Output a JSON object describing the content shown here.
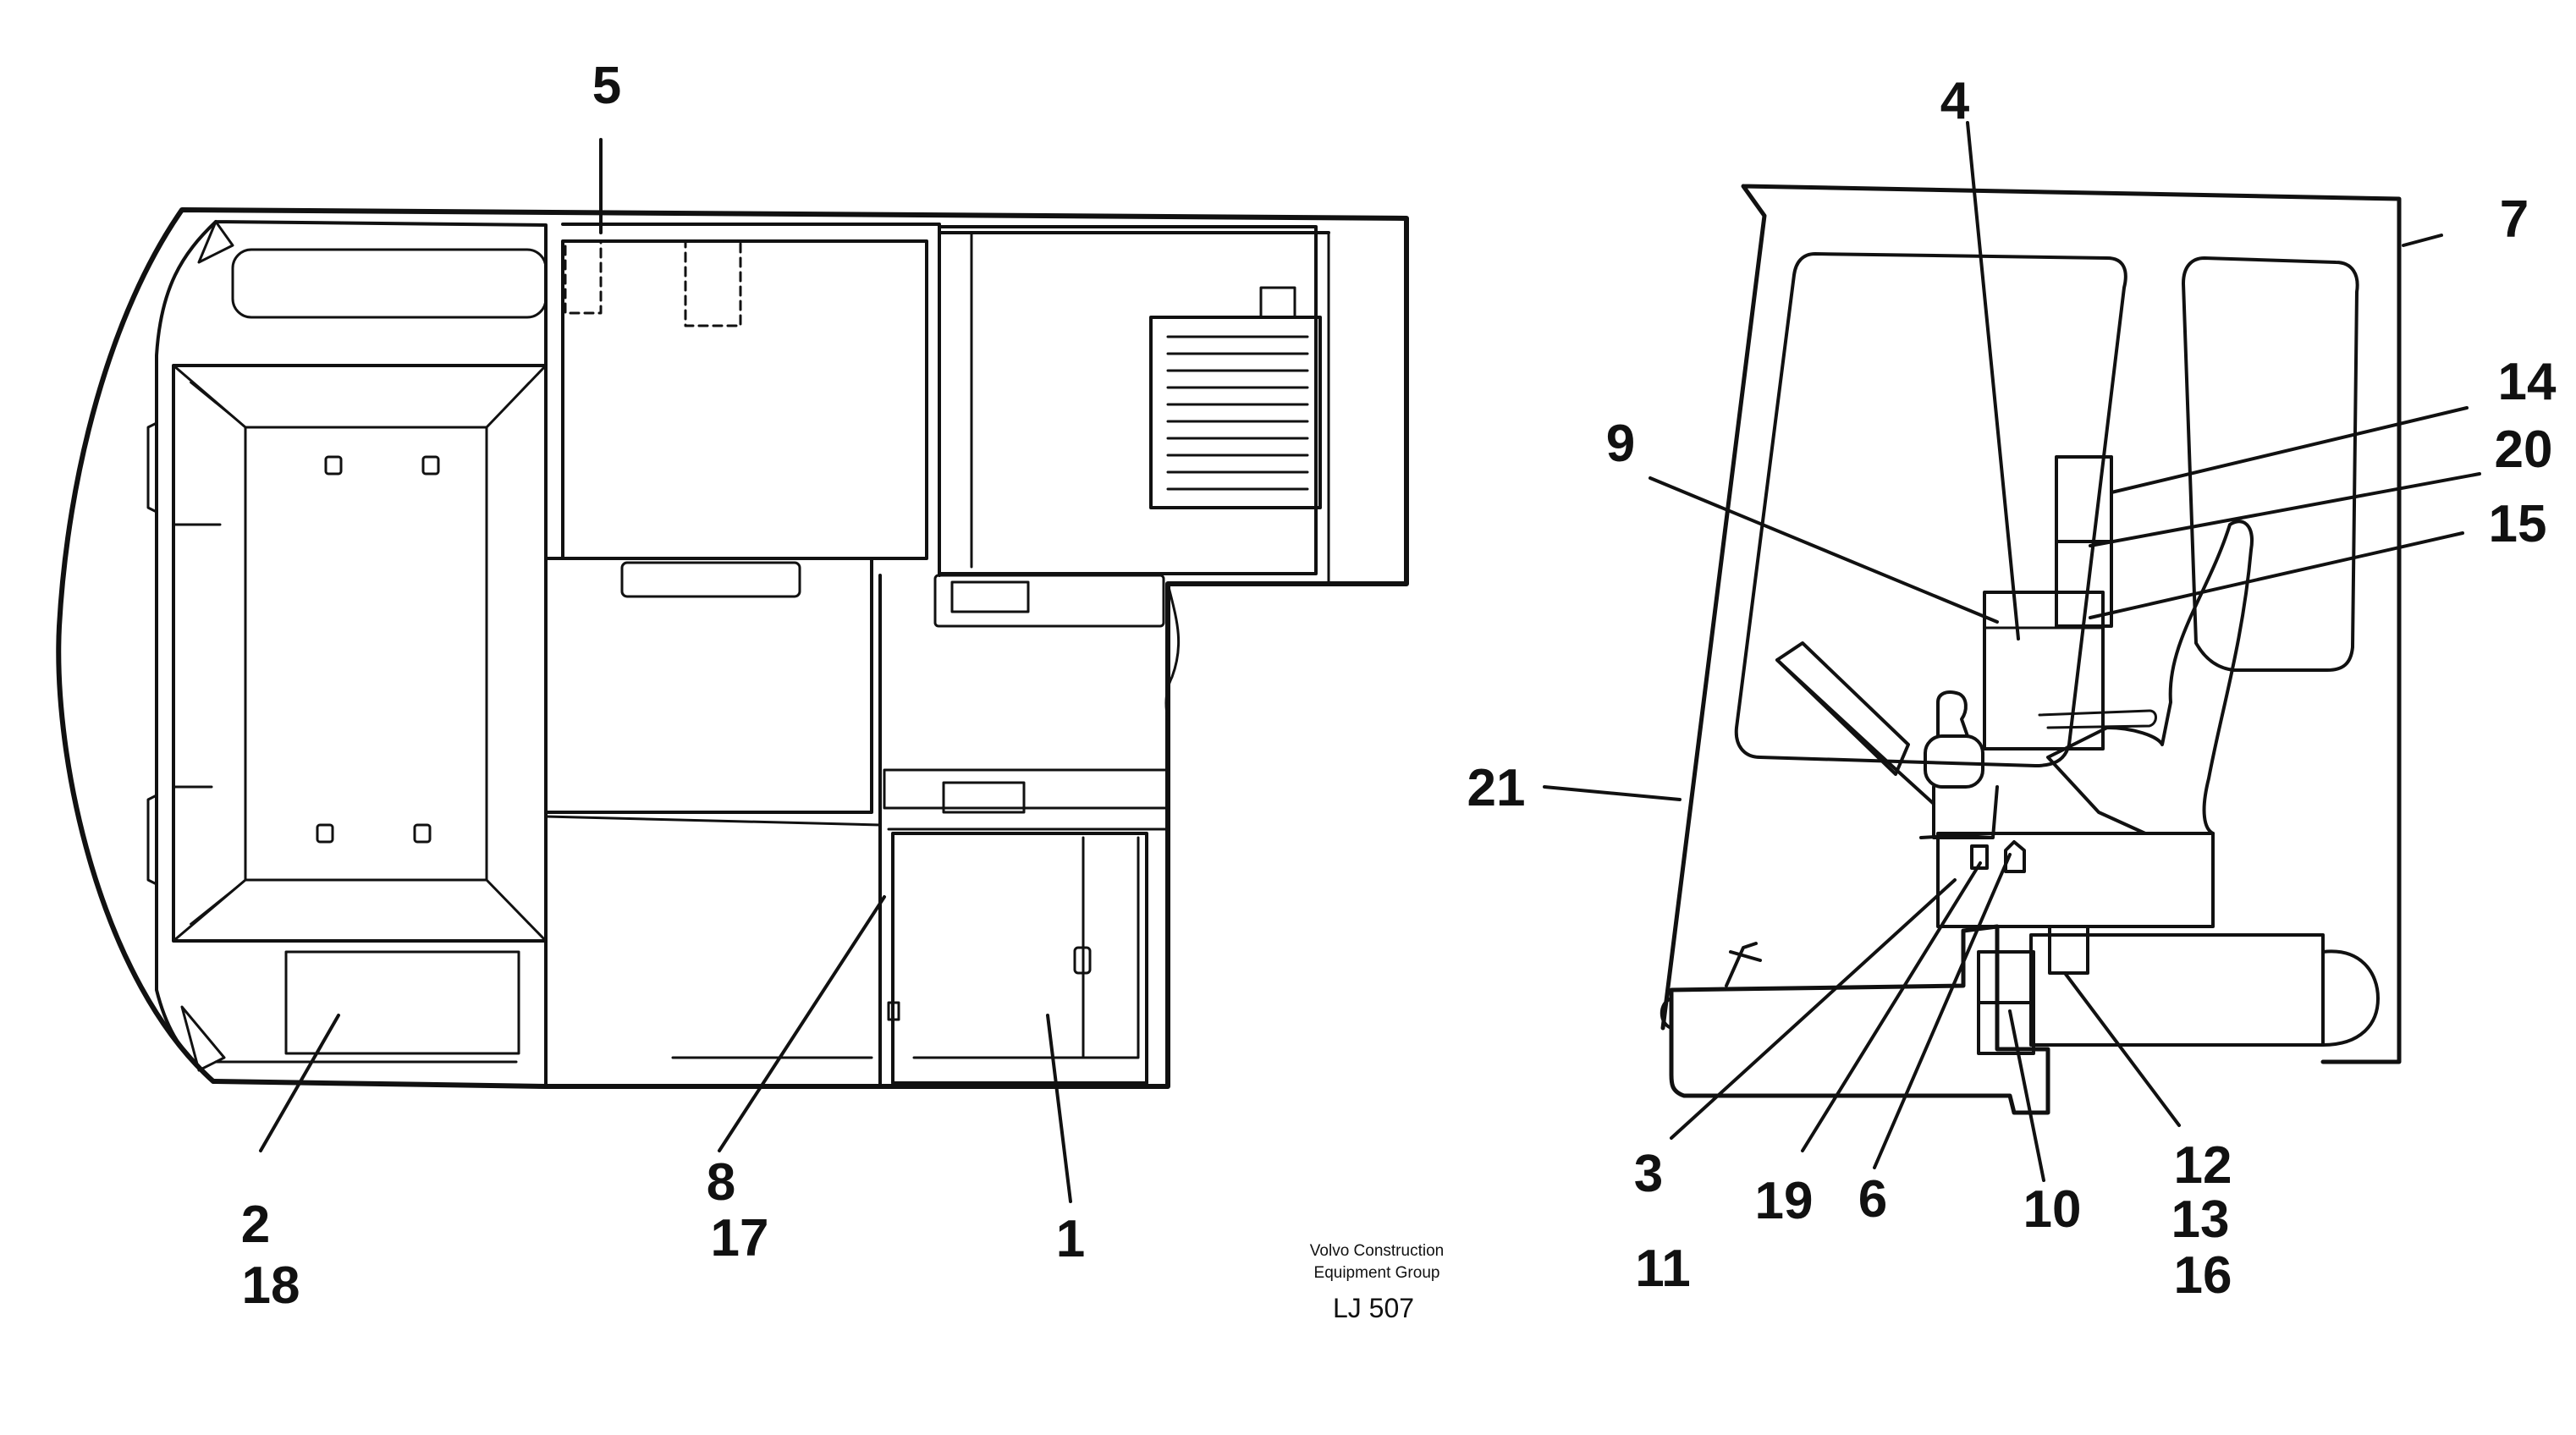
{
  "credit": {
    "line1": "Volvo Construction",
    "line2": "Equipment Group",
    "code": "LJ 507"
  },
  "callouts": {
    "c1": "1",
    "c2": "2",
    "c18": "18",
    "c5": "5",
    "c8": "8",
    "c17": "17",
    "c4": "4",
    "c7": "7",
    "c14": "14",
    "c20": "20",
    "c15": "15",
    "c9": "9",
    "c21": "21",
    "c3": "3",
    "c11": "11",
    "c19": "19",
    "c6": "6",
    "c10": "10",
    "c12": "12",
    "c13": "13",
    "c16": "16"
  }
}
